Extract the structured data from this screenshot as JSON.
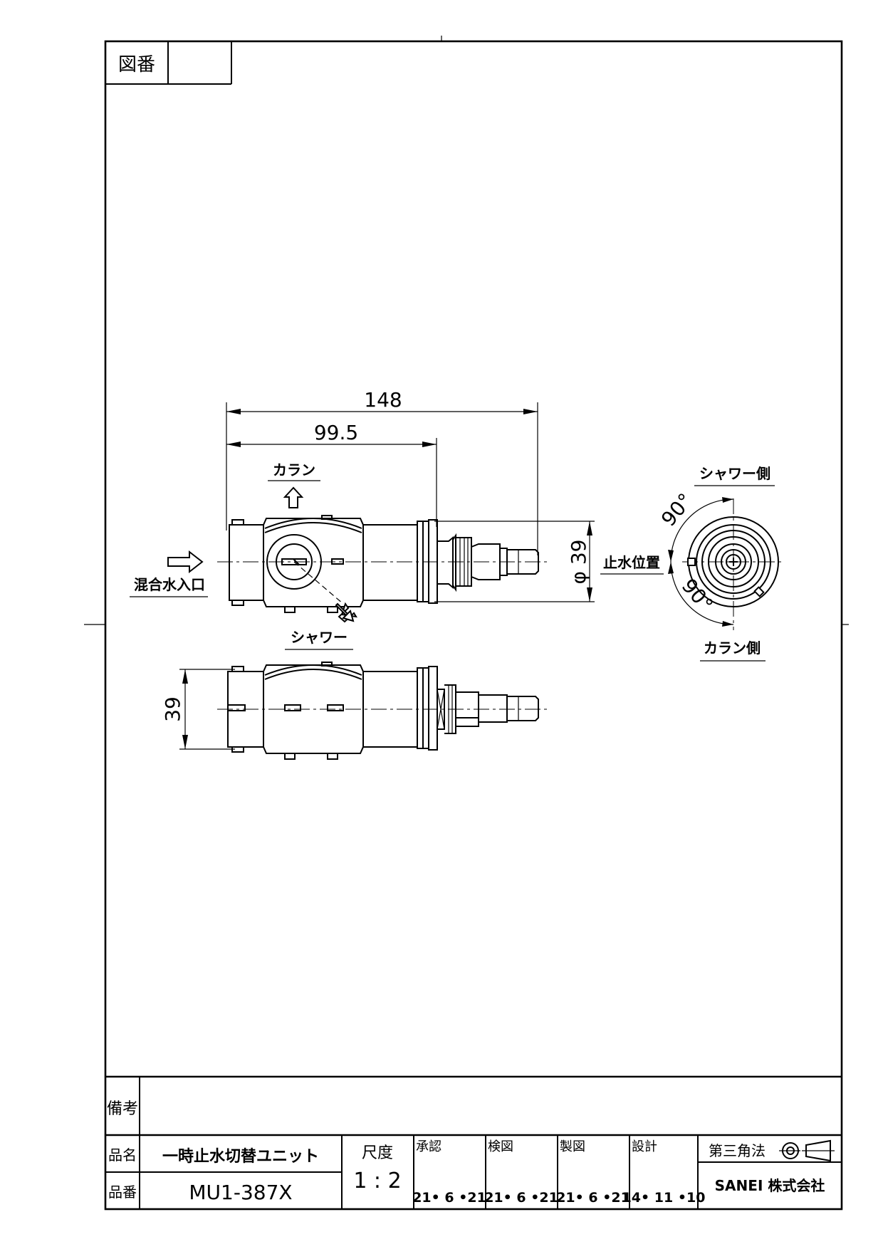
{
  "title_block": {
    "drawing_no_label": "図番",
    "drawing_no_value": "",
    "remarks_label": "備考",
    "remarks_value": "",
    "product_name_label": "品名",
    "product_name": "一時止水切替ユニット",
    "product_no_label": "品番",
    "product_no": "MU1-387X",
    "scale_label": "尺度",
    "scale": "1 : 2",
    "approval_label": "承認",
    "approval_date": "21• 6 •21",
    "check_label": "検図",
    "check_date": "21• 6 •21",
    "drafting_label": "製図",
    "drafting_date": "21• 6 •21",
    "design_label": "設計",
    "design_date": "14• 11 •10",
    "projection_label": "第三角法",
    "company": "SANEI 株式会社"
  },
  "drawing": {
    "dim_overall": "148",
    "dim_inner": "99.5",
    "dim_diameter": "φ 39",
    "dim_height": "39",
    "label_faucet": "カラン",
    "label_inlet": "混合水入口",
    "label_shower": "シャワー",
    "label_shower_side": "シャワー側",
    "label_stop_position": "止水位置",
    "label_faucet_side": "カラン側",
    "angle_upper": "90°",
    "angle_lower": "90°"
  }
}
